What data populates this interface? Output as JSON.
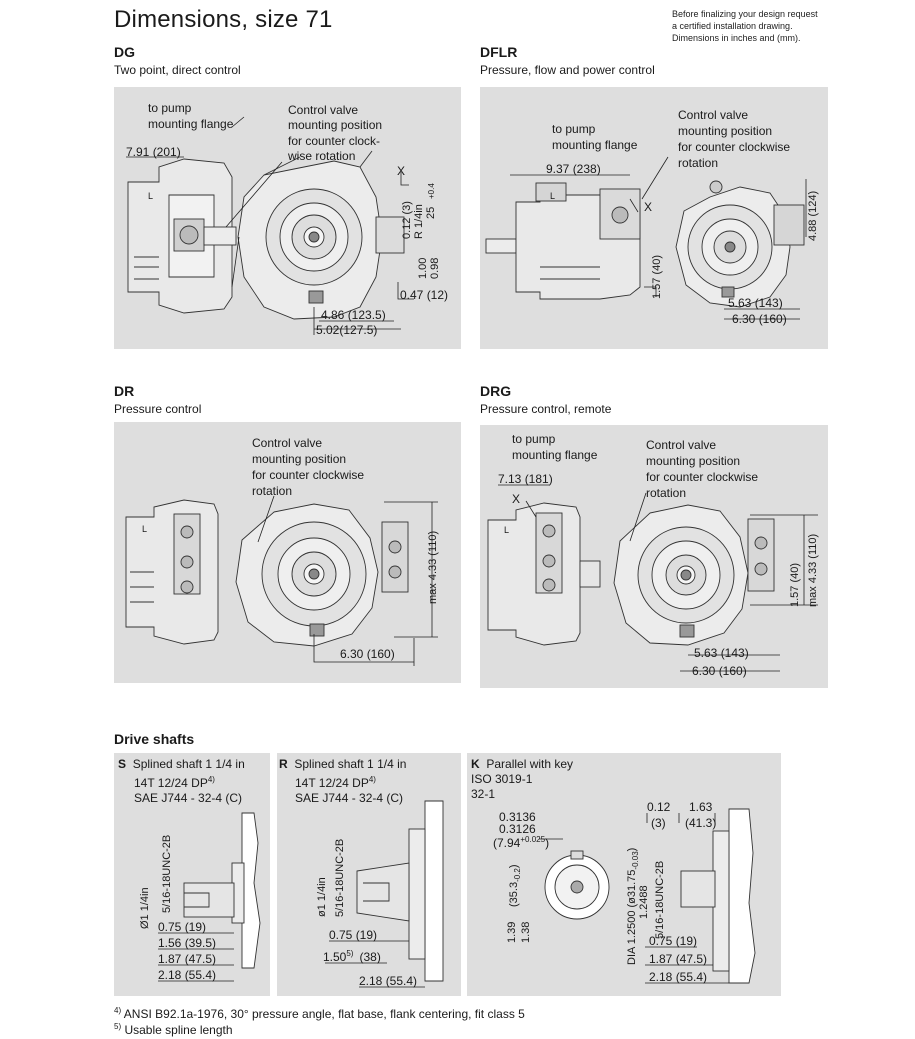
{
  "title": "Dimensions, size 71",
  "note": [
    "Before finalizing your design request",
    "a certified installation drawing.",
    "Dimensions in inches and (mm)."
  ],
  "sections": {
    "dg": {
      "code": "DG",
      "subtitle": "Two point, direct control",
      "labels": {
        "flange": [
          "to pump",
          "mounting flange"
        ],
        "valve": [
          "Control valve",
          "mounting position",
          "for counter clock-",
          "wise rotation"
        ],
        "d1": "7.91 (201)",
        "x": "X",
        "l": "L",
        "v1": "0.12 (3)",
        "v2": "R 1/4in",
        "v3": "25",
        "v3b": "+0.4",
        "v4": "1.00",
        "v5": "0.98",
        "d2": "0.47 (12)",
        "d3": "4.86 (123.5)",
        "d4": "5.02(127.5)"
      }
    },
    "dflr": {
      "code": "DFLR",
      "subtitle": "Pressure, flow and power control",
      "labels": {
        "flange": [
          "to pump",
          "mounting flange"
        ],
        "valve": [
          "Control valve",
          "mounting position",
          "for counter clockwise",
          "rotation"
        ],
        "d1": "9.37 (238)",
        "x": "X",
        "l": "L",
        "v1": "1.57 (40)",
        "v2": "4.88 (124)",
        "d2": "5.63 (143)",
        "d3": "6.30 (160)"
      }
    },
    "dr": {
      "code": "DR",
      "subtitle": "Pressure control",
      "labels": {
        "valve": [
          "Control valve",
          "mounting position",
          "for counter clockwise",
          "rotation"
        ],
        "l": "L",
        "v1": "max 4.33 (110)",
        "d1": "6.30 (160)"
      }
    },
    "drg": {
      "code": "DRG",
      "subtitle": "Pressure control, remote",
      "labels": {
        "flange": [
          "to pump",
          "mounting flange"
        ],
        "valve": [
          "Control valve",
          "mounting position",
          "for counter clockwise",
          "rotation"
        ],
        "d1": "7.13 (181)",
        "x": "X",
        "l": "L",
        "v1": "1.57 (40)",
        "v2": "max 4.33 (110)",
        "d2": "5.63 (143)",
        "d3": "6.30 (160)"
      }
    }
  },
  "drive": {
    "title": "Drive shafts",
    "s": {
      "code": "S",
      "head": [
        "Splined shaft 1 1/4 in",
        "14T 12/24 DP",
        "SAE J744 - 32-4 (C)"
      ],
      "sup": "4)",
      "labels": {
        "v1": "5/16-18UNC-2B",
        "v2": "Ø1 1/4in",
        "d1": "0.75 (19)",
        "d2": "1.56 (39.5)",
        "d3": "1.87 (47.5)",
        "d4": "2.18 (55.4)"
      }
    },
    "r": {
      "code": "R",
      "head": [
        "Splined shaft 1 1/4 in",
        "14T 12/24 DP",
        "SAE J744 - 32-4 (C)"
      ],
      "sup": "4)",
      "labels": {
        "v1": "5/16-18UNC-2B",
        "v2": "ø1 1/4in",
        "d1": "0.75 (19)",
        "d2": "1.50",
        "d2sup": "5)",
        "d2b": "(38)",
        "d3": "2.18 (55.4)"
      }
    },
    "k": {
      "code": "K",
      "head": [
        "Parallel with key",
        "ISO 3019-1",
        "32-1"
      ],
      "labels": {
        "t1": "0.3136",
        "t2": "0.3126",
        "t3": "(7.94",
        "t3sup": "+0.025",
        "t3end": ")",
        "v1": "(35.3",
        "v1sub": "-0.2",
        "v1end": ")",
        "v2": "1.39",
        "v3": "1.38",
        "h1": "0.12",
        "h1b": "(3)",
        "h2": "1.63",
        "h2b": "(41.3)",
        "v4": "DIA 1.2500 (ø31.75",
        "v4sub": "-0.03",
        "v4end": ")",
        "v5": "1.2488",
        "v6": "5/16-18UNC-2B",
        "d1": "0.75 (19)",
        "d2": "1.87 (47.5)",
        "d3": "2.18 (55.4)"
      }
    }
  },
  "footnotes": {
    "f4": {
      "mark": "4)",
      "text": " ANSI B92.1a-1976, 30° pressure angle, flat base, flank centering, fit class 5"
    },
    "f5": {
      "mark": "5)",
      "text": " Usable spline length"
    }
  }
}
